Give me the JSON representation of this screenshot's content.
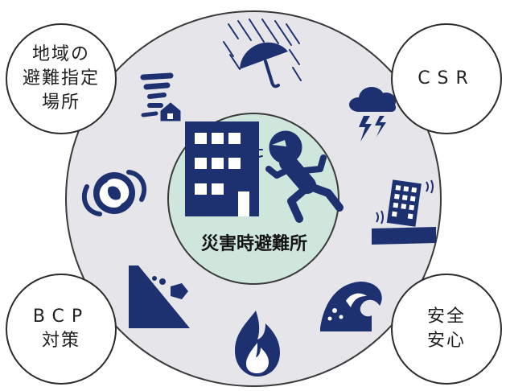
{
  "center_label": "災害時避難所",
  "corners": {
    "top_left": [
      "地域の",
      "避難指定",
      "場所"
    ],
    "top_right": [
      "CSR"
    ],
    "bottom_left": [
      "BCP",
      "対策"
    ],
    "bottom_right": [
      "安全",
      "安心"
    ]
  },
  "colors": {
    "navy": "#1d3170",
    "ring": "#e6e6ea",
    "center_fill": "#cfe6dd",
    "outline": "#2b2b2b"
  },
  "icons": [
    "tornado-icon",
    "rain-umbrella-icon",
    "thunderstorm-icon",
    "earthquake-building-icon",
    "tsunami-wave-icon",
    "fire-icon",
    "landslide-icon",
    "typhoon-icon",
    "evacuation-building-icon",
    "running-person-icon"
  ]
}
